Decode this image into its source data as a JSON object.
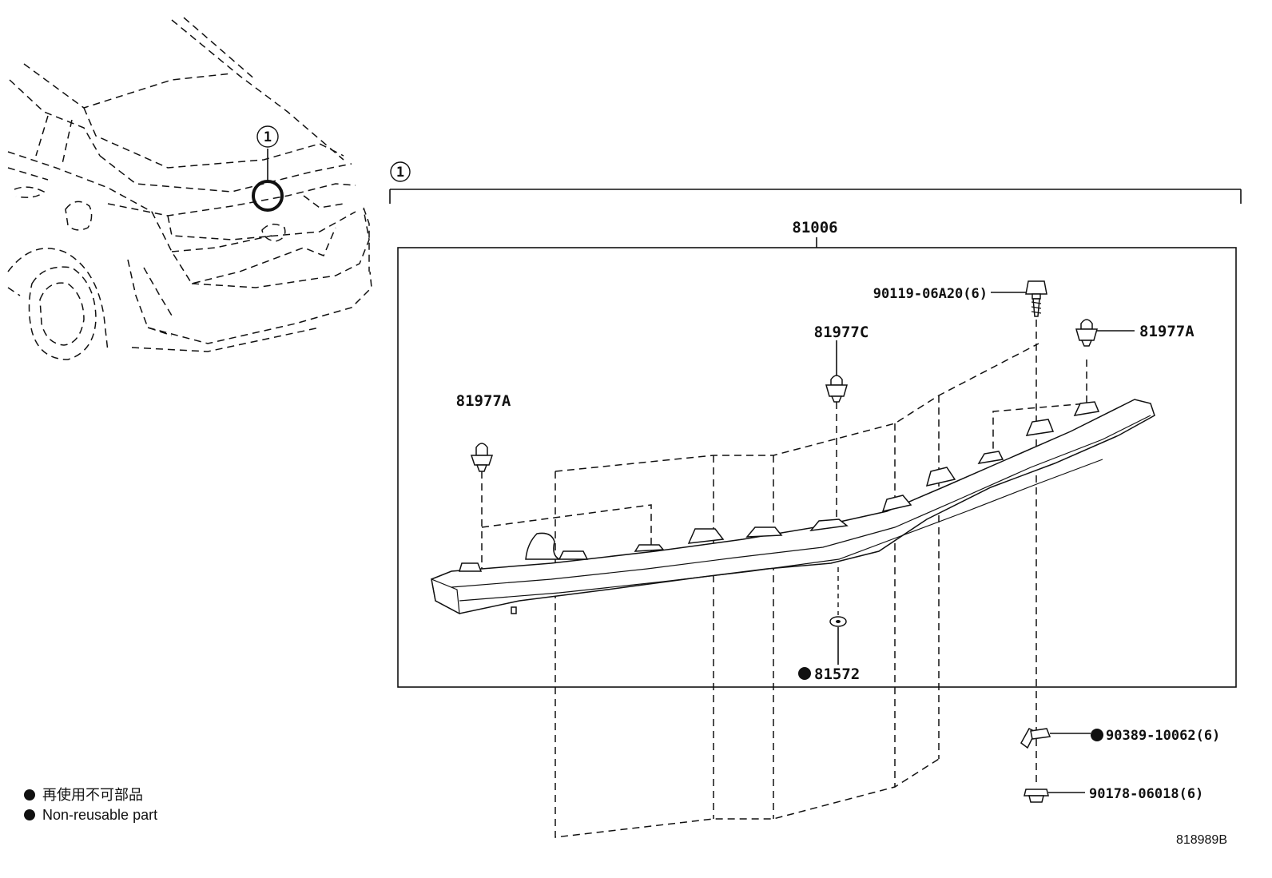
{
  "diagram": {
    "ref_marker": "1",
    "assembly_part": "81006",
    "parts": {
      "clip_left": "81977A",
      "clip_right": "81977A",
      "clip_center": "81977C",
      "screw": "90119-06A20(6)",
      "seal": "81572",
      "nut_clip": "90389-10062(6)",
      "nut": "90178-06018(6)"
    },
    "non_reusable_marks": [
      "81572",
      "90389-10062(6)"
    ],
    "legend": {
      "line_jp": "再使用不可部品",
      "line_en": "Non-reusable part"
    },
    "figure_code": "818989B"
  }
}
